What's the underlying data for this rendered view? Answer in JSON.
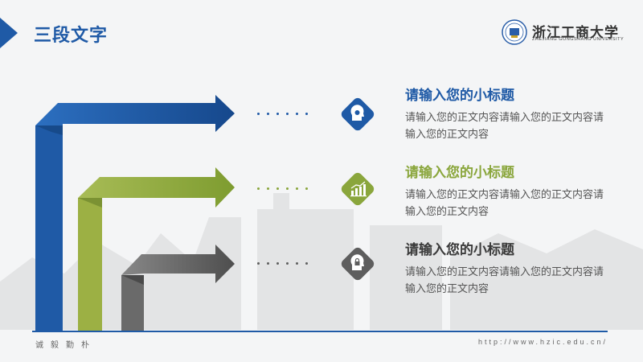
{
  "header": {
    "title": "三段文字",
    "logo_cn": "浙江工商大学",
    "logo_en": "ZHEJIANG GONGSHANG UNIVERSITY"
  },
  "colors": {
    "blue": "#1f5aa6",
    "green": "#8aa63c",
    "gray": "#5e5e5e"
  },
  "items": [
    {
      "title": "请输入您的小标题",
      "body": "请输入您的正文内容请输入您的正文内容请输入您的正文内容",
      "icon": "head-idea-icon"
    },
    {
      "title": "请输入您的小标题",
      "body": "请输入您的正文内容请输入您的正文内容请输入您的正文内容",
      "icon": "bar-chart-icon"
    },
    {
      "title": "请输入您的小标题",
      "body": "请输入您的正文内容请输入您的正文内容请输入您的正文内容",
      "icon": "head-lock-icon"
    }
  ],
  "footer": {
    "motto": "诚毅勤朴",
    "url": "http://www.hzic.edu.cn/"
  }
}
